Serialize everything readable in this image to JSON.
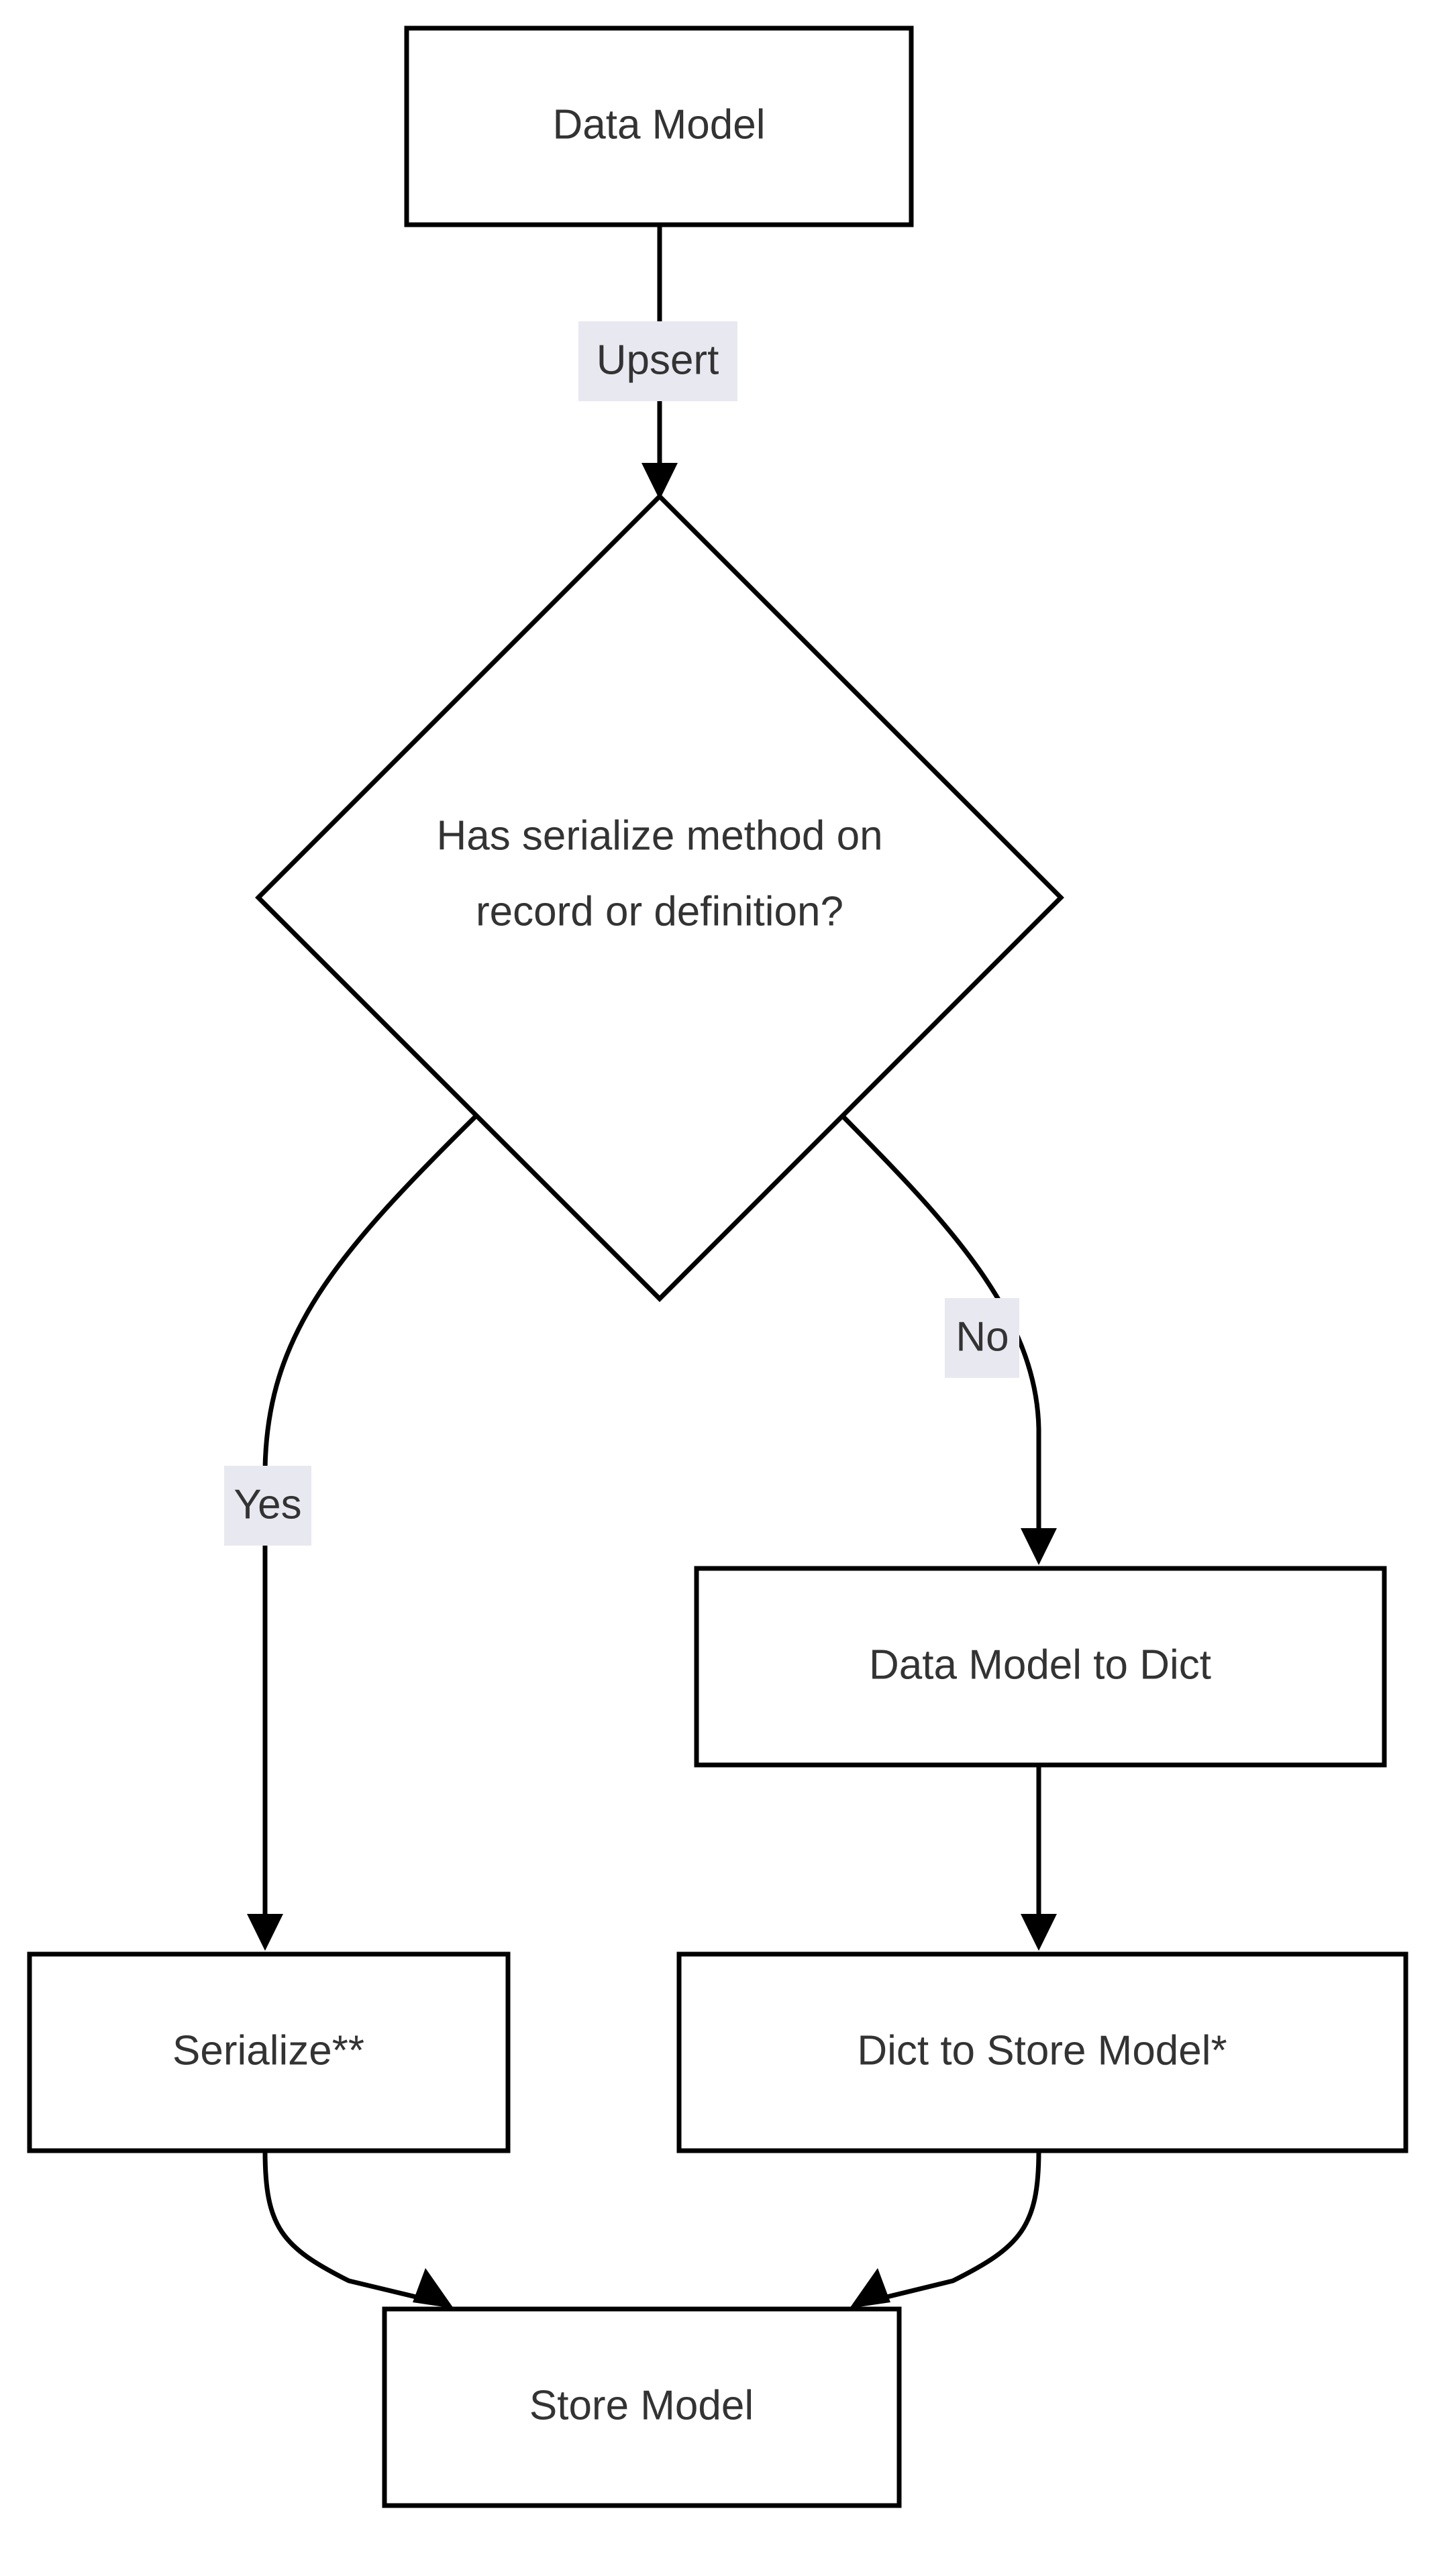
{
  "diagram": {
    "type": "flowchart",
    "direction": "top-down",
    "background_color": "#ffffff",
    "node_fill": "#ffffff",
    "node_stroke": "#000000",
    "text_color": "#333333",
    "edge_label_background": "#e8e8f0",
    "nodes": [
      {
        "id": "data_model",
        "label": "Data Model",
        "shape": "rectangle"
      },
      {
        "id": "decision",
        "label_line1": "Has serialize method on",
        "label_line2": "record or definition?",
        "shape": "diamond"
      },
      {
        "id": "data_model_to_dict",
        "label": "Data Model to Dict",
        "shape": "rectangle"
      },
      {
        "id": "serialize",
        "label": "Serialize**",
        "shape": "rectangle"
      },
      {
        "id": "dict_to_store_model",
        "label": "Dict to Store Model*",
        "shape": "rectangle"
      },
      {
        "id": "store_model",
        "label": "Store Model",
        "shape": "rectangle"
      }
    ],
    "edges": [
      {
        "from": "data_model",
        "to": "decision",
        "label": "Upsert"
      },
      {
        "from": "decision",
        "to": "serialize",
        "label": "Yes"
      },
      {
        "from": "decision",
        "to": "data_model_to_dict",
        "label": "No"
      },
      {
        "from": "data_model_to_dict",
        "to": "dict_to_store_model",
        "label": ""
      },
      {
        "from": "serialize",
        "to": "store_model",
        "label": ""
      },
      {
        "from": "dict_to_store_model",
        "to": "store_model",
        "label": ""
      }
    ]
  }
}
